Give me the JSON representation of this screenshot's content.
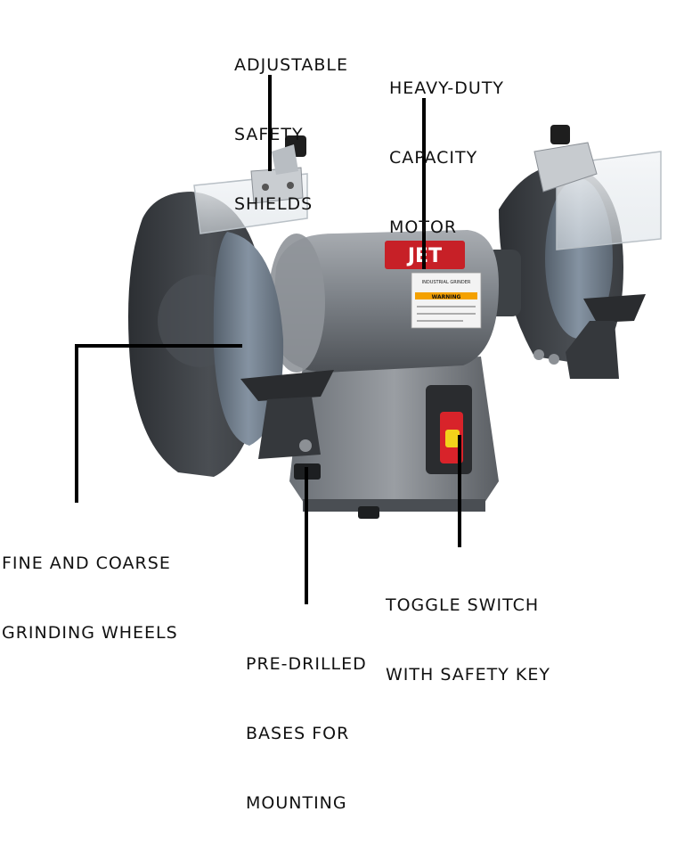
{
  "product": {
    "brand_logo": "JET",
    "model_plate_text": "INDUSTRIAL GRINDER",
    "warning_label_text": "WARNING"
  },
  "callouts": {
    "shields": [
      "ADJUSTABLE",
      "SAFETY",
      "SHIELDS"
    ],
    "motor": [
      "HEAVY-DUTY",
      "CAPACITY",
      "MOTOR"
    ],
    "wheels": [
      "FINE AND COARSE",
      "GRINDING WHEELS"
    ],
    "bases": [
      "PRE-DRILLED",
      "BASES FOR",
      "MOUNTING"
    ],
    "toggle": [
      "TOGGLE SWITCH",
      "WITH SAFETY KEY"
    ]
  },
  "colors": {
    "body_gray": "#7d8288",
    "dark_gray": "#3a3d40",
    "wheel_gray": "#6f7c8c",
    "switch_red": "#d8232a",
    "switch_yellow": "#f2d21b",
    "leader_line": "#000000"
  }
}
